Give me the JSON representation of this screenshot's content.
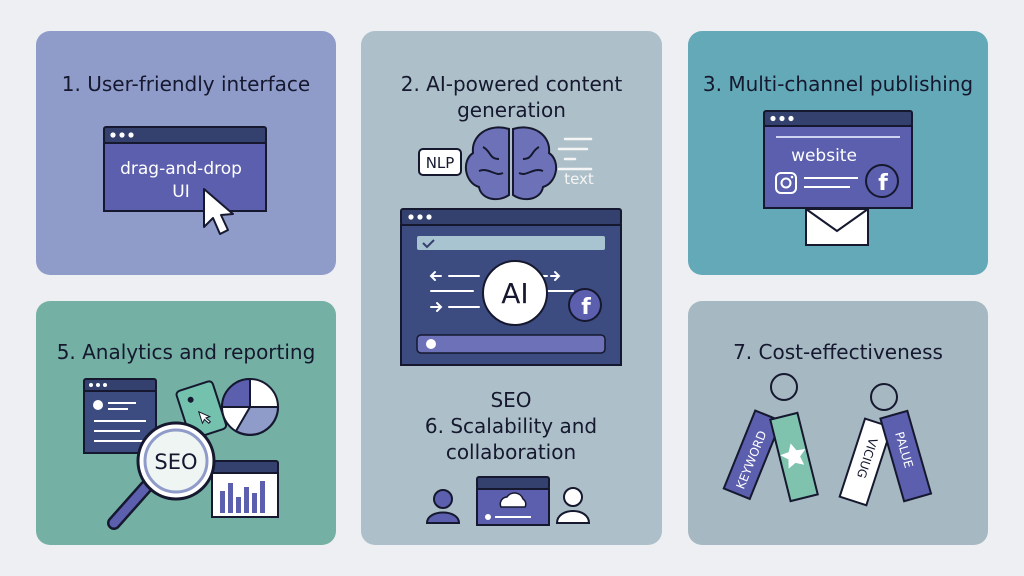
{
  "colors": {
    "background": "#eeeff2",
    "card1": "#8f9bc9",
    "card2": "#adc0c9",
    "card3": "#63a9b7",
    "card5": "#74b1a4",
    "card7": "#a6b8c2",
    "navy": "#34416f",
    "purple": "#5b5fad",
    "ink": "#15182e"
  },
  "cards": {
    "c1": {
      "title": "1. User-friendly interface",
      "ui_label_1": "drag-and-drop",
      "ui_label_2": "UI"
    },
    "c2": {
      "title": "2. AI-powered content\ngeneration",
      "nlp": "NLP",
      "text": "text",
      "ai": "AI",
      "seo": "SEO",
      "title2": "6. Scalability and\ncollaboration"
    },
    "c3": {
      "title": "3. Multi-channel publishing",
      "website": "website"
    },
    "c5": {
      "title": "5. Analytics and reporting",
      "seo": "SEO"
    },
    "c7": {
      "title": "7. Cost-effectiveness",
      "tag1": "KEYWORD",
      "tag3": "VICIUG",
      "tag4": "PALUE"
    }
  },
  "icons": [
    "window-dots-icon",
    "cursor-arrow-icon",
    "brain-icon",
    "instagram-icon",
    "facebook-icon",
    "envelope-icon",
    "magnifier-icon",
    "pie-chart-icon",
    "bar-chart-icon",
    "person-icon",
    "cloud-icon",
    "price-tag-icon",
    "star-icon"
  ]
}
